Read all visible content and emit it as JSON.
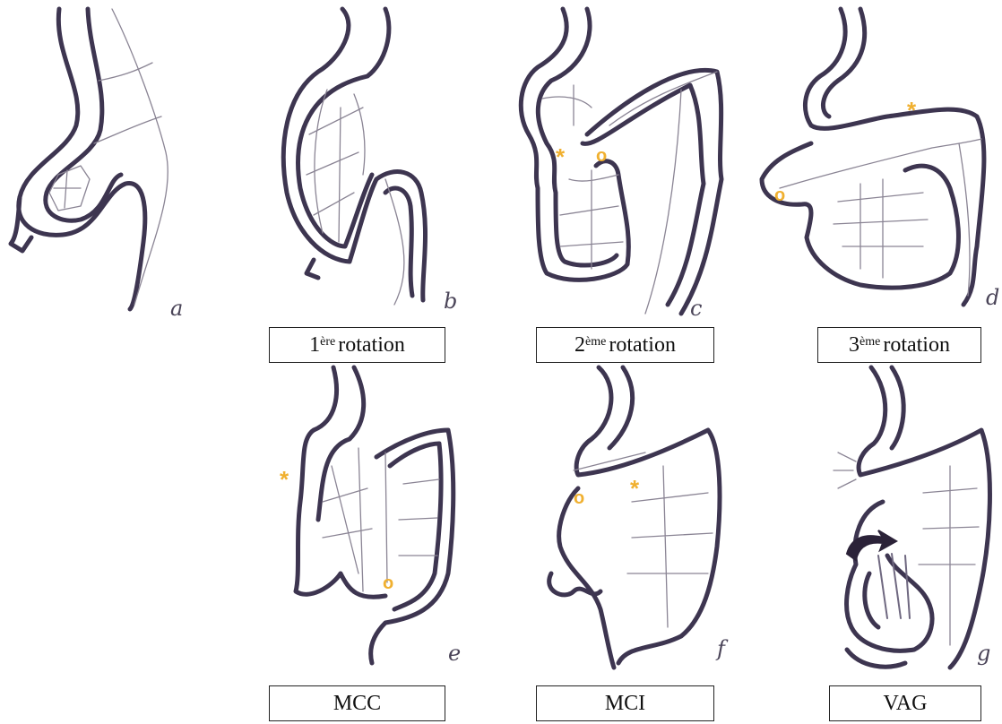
{
  "panels": [
    {
      "id": "a",
      "letter": "a",
      "label": null
    },
    {
      "id": "b",
      "letter": "b",
      "label": {
        "prefix": "1",
        "sup": "ère",
        "suffix": "rotation"
      }
    },
    {
      "id": "c",
      "letter": "c",
      "label": {
        "prefix": "2",
        "sup": "ème",
        "suffix": "rotation"
      }
    },
    {
      "id": "d",
      "letter": "d",
      "label": {
        "prefix": "3",
        "sup": "ème",
        "suffix": "rotation"
      }
    },
    {
      "id": "e",
      "letter": "e",
      "label": {
        "text": "MCC"
      }
    },
    {
      "id": "f",
      "letter": "f",
      "label": {
        "text": "MCI"
      }
    },
    {
      "id": "g",
      "letter": "g",
      "label": {
        "text": "VAG"
      }
    }
  ],
  "markers": {
    "star": "*",
    "ring": "o"
  },
  "colors": {
    "outline": "#3d3550",
    "marker": "#f0b030",
    "vessel": "#8a8494"
  }
}
